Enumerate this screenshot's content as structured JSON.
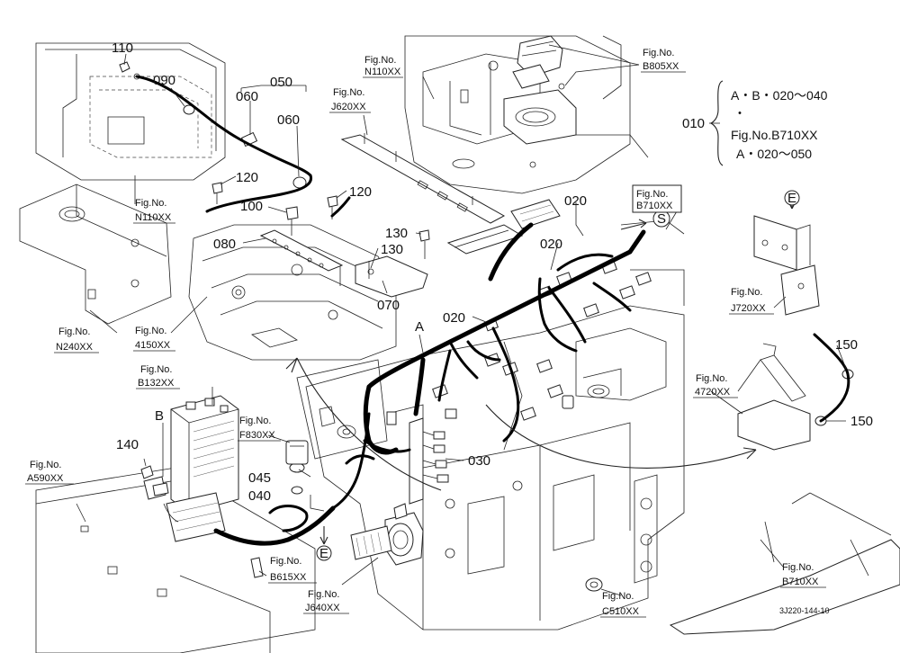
{
  "parts": {
    "p110": "110",
    "p090": "090",
    "p060a": "060",
    "p050": "050",
    "p060b": "060",
    "p120a": "120",
    "p120b": "120",
    "p100": "100",
    "p080": "080",
    "p130a": "130",
    "p130b": "130",
    "p070": "070",
    "p020a": "020",
    "p020b": "020",
    "p020c": "020",
    "p030": "030",
    "p045": "045",
    "p040": "040",
    "p140": "140",
    "p150a": "150",
    "p150b": "150",
    "p010": "010"
  },
  "callouts": {
    "A": "A",
    "B": "B",
    "E1": "E",
    "E2": "E",
    "S": "S"
  },
  "figrefs": {
    "n110_top": {
      "line1": "Fig.No.",
      "line2": "N110XX"
    },
    "j620": {
      "line1": "Fig.No.",
      "line2": "J620XX"
    },
    "b805": {
      "line1": "Fig.No.",
      "line2": "B805XX"
    },
    "n110_left": {
      "line1": "Fig.No.",
      "line2": "N110XX"
    },
    "b710_top": {
      "line1": "Fig.No.",
      "line2": "B710XX"
    },
    "n240": {
      "line1": "Fig.No.",
      "line2": "N240XX"
    },
    "f4150": {
      "line1": "Fig.No.",
      "line2": "4150XX"
    },
    "j720": {
      "line1": "Fig.No.",
      "line2": "J720XX"
    },
    "b132": {
      "line1": "Fig.No.",
      "line2": "B132XX"
    },
    "f830": {
      "line1": "Fig.No.",
      "line2": "F830XX"
    },
    "f4720": {
      "line1": "Fig.No.",
      "line2": "4720XX"
    },
    "a590": {
      "line1": "Fig.No.",
      "line2": "A590XX"
    },
    "b615": {
      "line1": "Fig.No.",
      "line2": "B615XX"
    },
    "j640": {
      "line1": "Fig.No.",
      "line2": "J640XX"
    },
    "c510": {
      "line1": "Fig.No.",
      "line2": "C510XX"
    },
    "b710_bot": {
      "line1": "Fig.No.",
      "line2": "B710XX"
    }
  },
  "legend": {
    "line1": "A・B・020～040",
    "dot": "・",
    "line2": "Fig.No.B710XX",
    "line3": "A・020～050"
  },
  "drawing_code": "3J220-144-10"
}
